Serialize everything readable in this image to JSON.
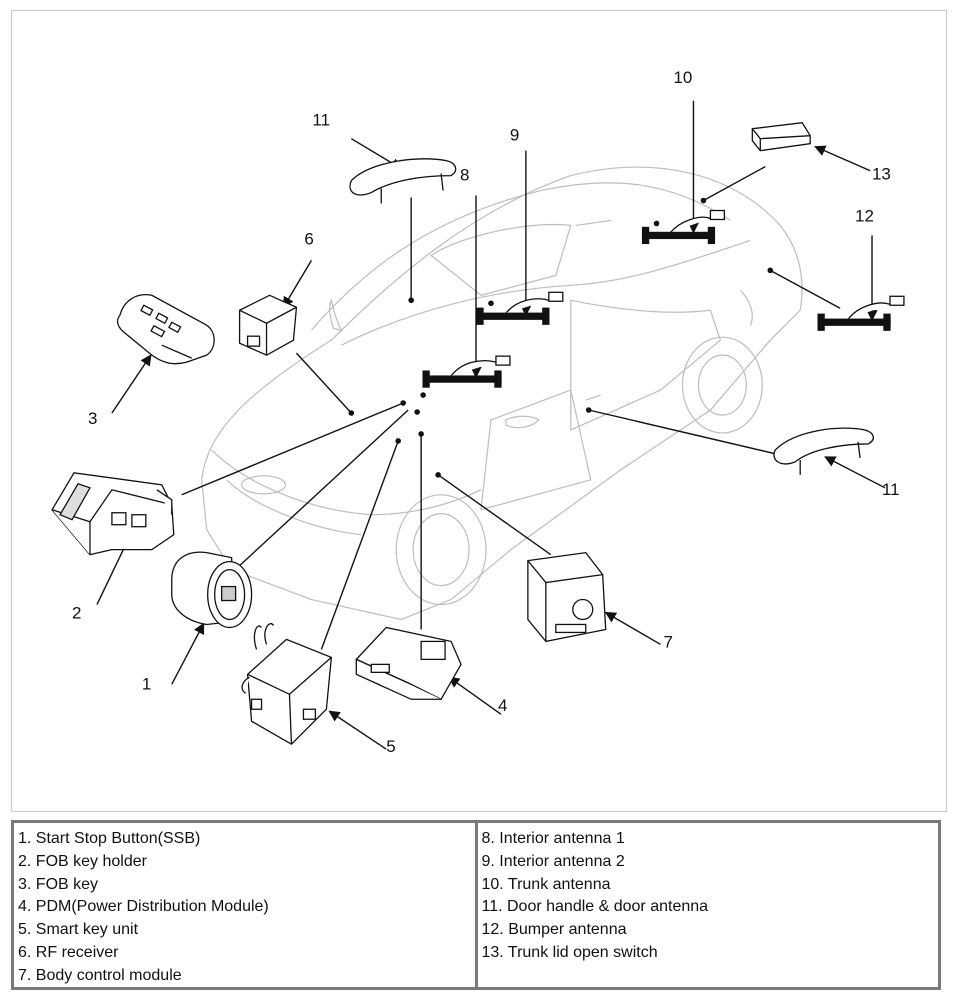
{
  "callouts": [
    "1",
    "2",
    "3",
    "4",
    "5",
    "6",
    "7",
    "8",
    "9",
    "10",
    "11",
    "11",
    "12",
    "13"
  ],
  "legend": {
    "left": [
      "1. Start Stop Button(SSB)",
      "2. FOB key holder",
      "3. FOB key",
      "4. PDM(Power Distribution Module)",
      "5. Smart key unit",
      "6. RF receiver",
      "7. Body control module"
    ],
    "right": [
      "8. Interior antenna 1",
      "9. Interior antenna 2",
      "10. Trunk antenna",
      "11. Door handle & door antenna",
      "12. Bumper antenna",
      "13. Trunk lid open switch"
    ]
  }
}
